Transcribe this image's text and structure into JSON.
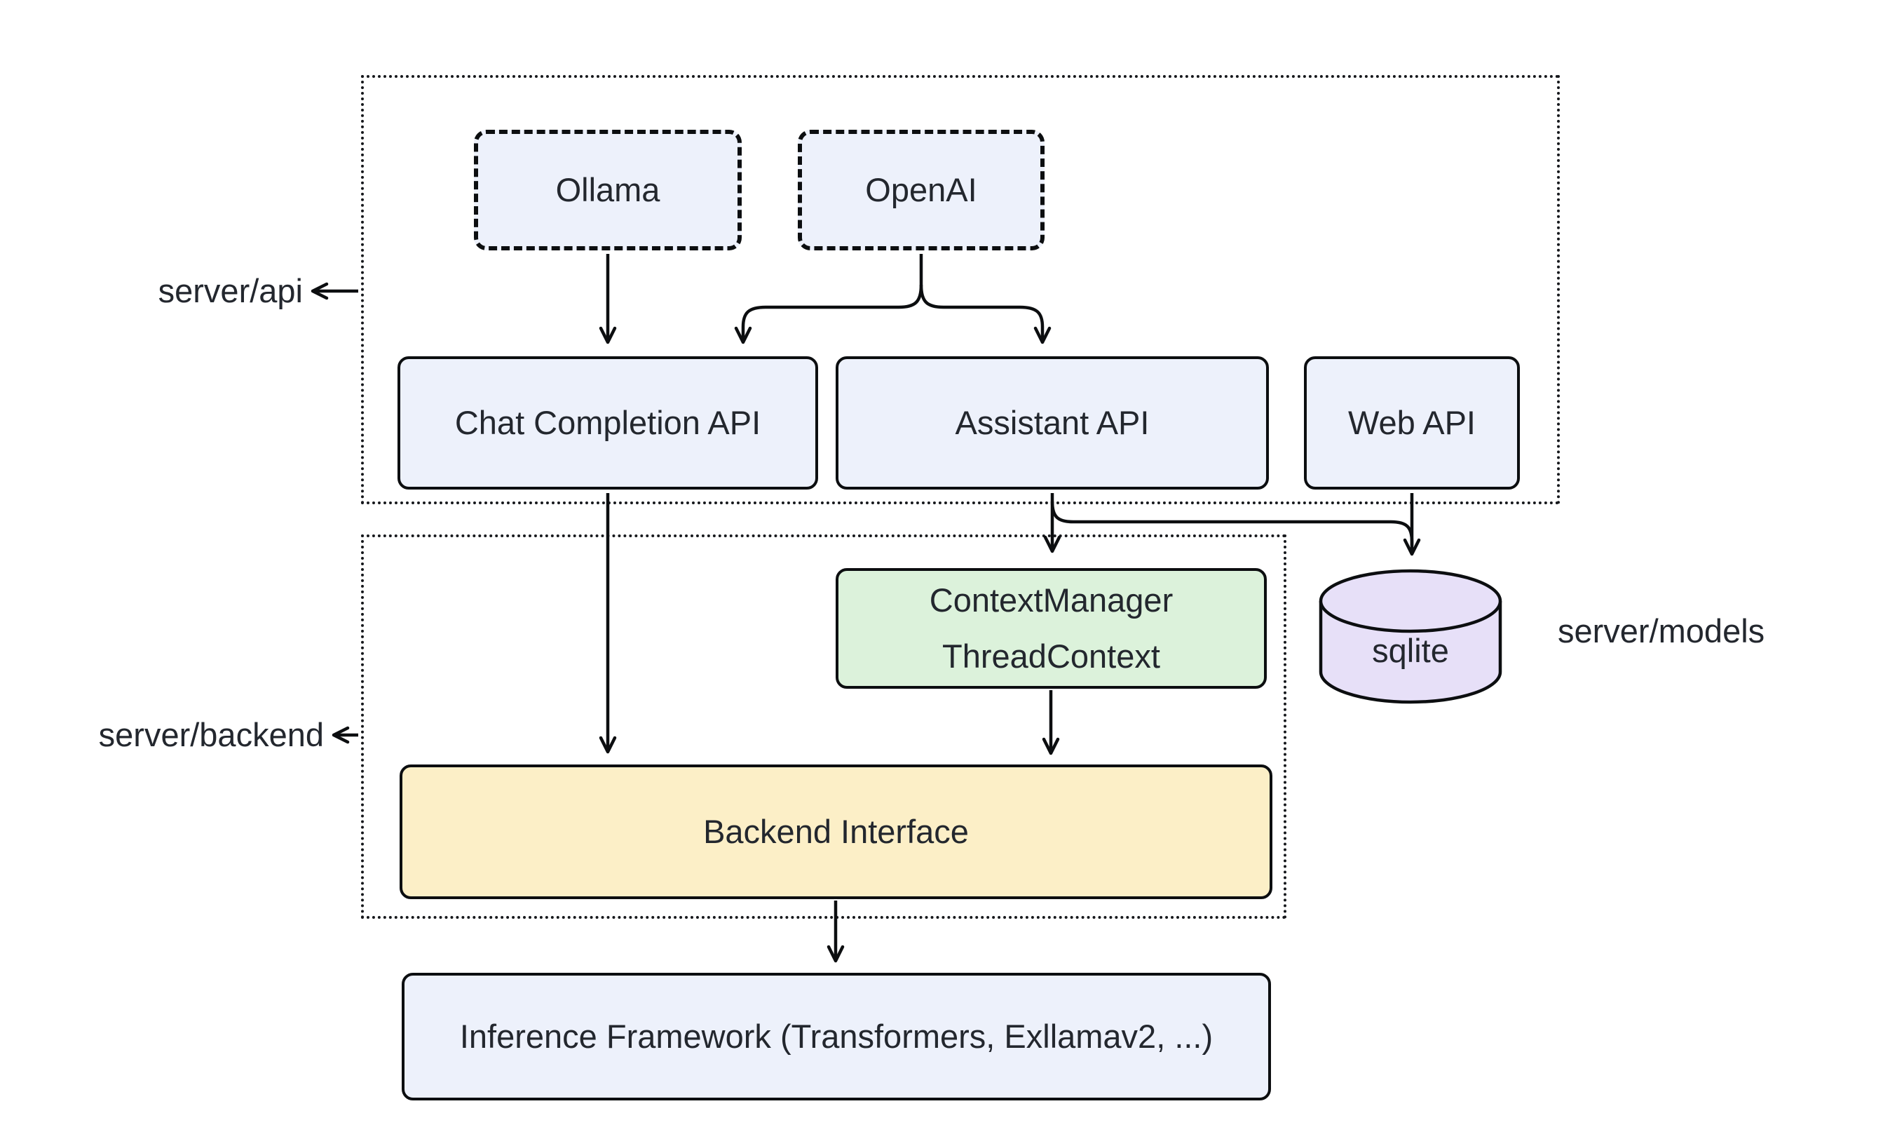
{
  "diagram": {
    "type": "architecture-diagram",
    "background": "#FFFFFF",
    "colors": {
      "node_fill_blue": "#EDF1FB",
      "node_fill_green": "#DCF2DB",
      "node_fill_yellow": "#FCEFC7",
      "node_fill_purple": "#E7E0F8",
      "stroke": "#0C0E10",
      "text": "#23272E"
    },
    "groups": {
      "api": {
        "label": "server/api"
      },
      "backend": {
        "label": "server/backend"
      },
      "models": {
        "label": "server/models"
      }
    },
    "nodes": {
      "ollama": {
        "label": "Ollama",
        "style": "dashed",
        "fill": "#EDF1FB"
      },
      "openai": {
        "label": "OpenAI",
        "style": "dashed",
        "fill": "#EDF1FB"
      },
      "chat_completion_api": {
        "label": "Chat Completion API",
        "fill": "#EDF1FB"
      },
      "assistant_api": {
        "label": "Assistant API",
        "fill": "#EDF1FB"
      },
      "web_api": {
        "label": "Web API",
        "fill": "#EDF1FB"
      },
      "context_manager": {
        "label_line1": "ContextManager",
        "label_line2": "ThreadContext",
        "fill": "#DCF2DB"
      },
      "sqlite": {
        "label": "sqlite",
        "shape": "cylinder",
        "fill": "#E7E0F8"
      },
      "backend_interface": {
        "label": "Backend Interface",
        "fill": "#FCEFC7"
      },
      "inference_framework": {
        "label": "Inference Framework (Transformers, Exllamav2, ...)",
        "fill": "#EDF1FB"
      }
    },
    "edges": [
      {
        "from": "Ollama",
        "to": "Chat Completion API"
      },
      {
        "from": "OpenAI",
        "to": "Chat Completion API"
      },
      {
        "from": "OpenAI",
        "to": "Assistant API"
      },
      {
        "from": "Chat Completion API",
        "to": "Backend Interface"
      },
      {
        "from": "Assistant API",
        "to": "ContextManager ThreadContext"
      },
      {
        "from": "Assistant API",
        "to": "sqlite"
      },
      {
        "from": "Web API",
        "to": "sqlite"
      },
      {
        "from": "ContextManager ThreadContext",
        "to": "Backend Interface"
      },
      {
        "from": "Backend Interface",
        "to": "Inference Framework (Transformers, Exllamav2, ...)"
      }
    ]
  }
}
